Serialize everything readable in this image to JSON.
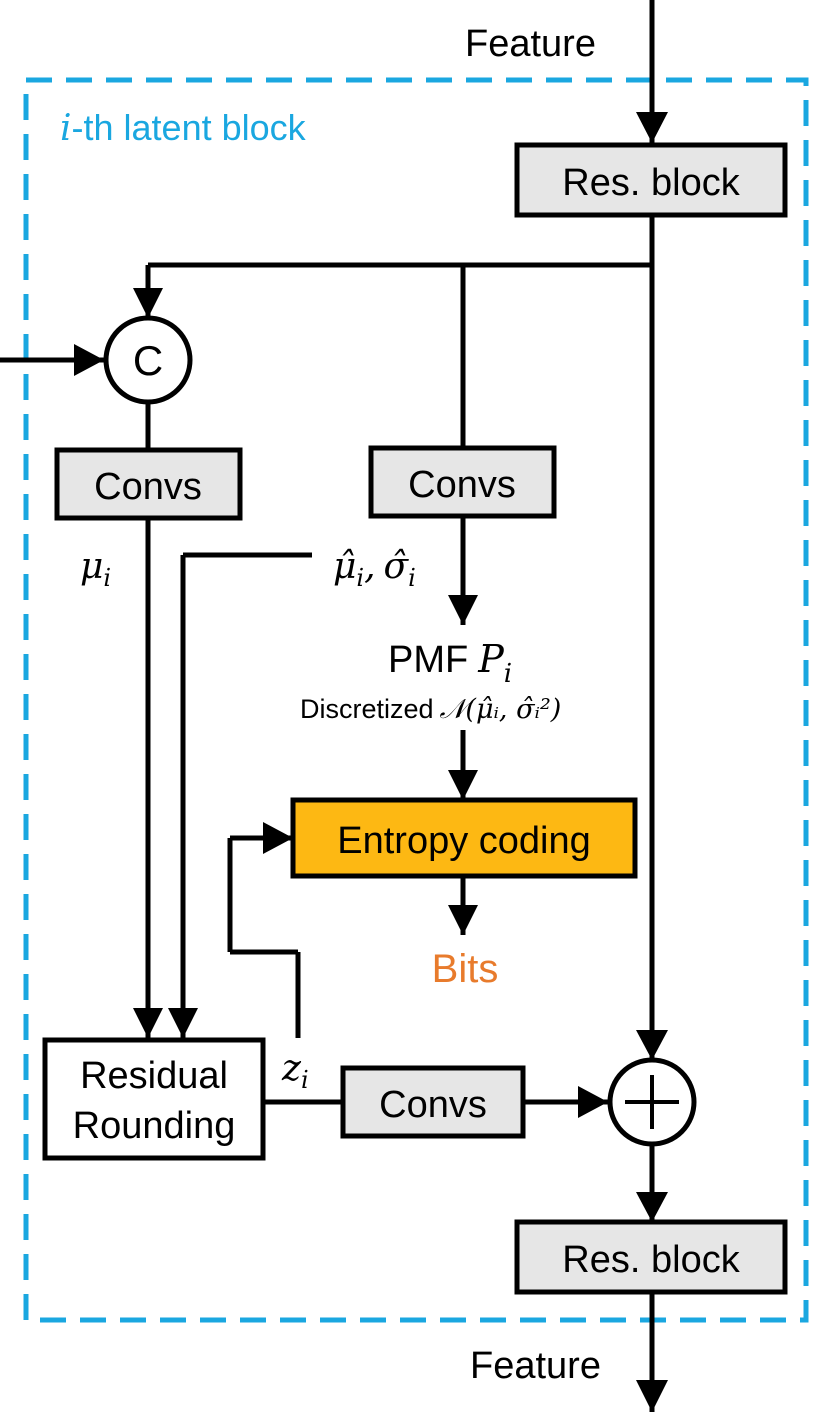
{
  "frame": {
    "label_var": "i",
    "label_text": "-th latent block",
    "color": "#1aa7e0"
  },
  "labels": {
    "feature_in": "Feature",
    "feature_out": "Feature",
    "res_block_top": "Res. block",
    "res_block_bottom": "Res. block",
    "concat": "C",
    "convs_left": "Convs",
    "convs_mid": "Convs",
    "convs_bottom": "Convs",
    "mu_i": "μ",
    "mu_i_sub": "i",
    "muhat_sigmahat": "μ̂",
    "muhat_sub": "i",
    "sigmahat": "σ̂",
    "sigmahat_sub": "i",
    "comma": ",",
    "pmf_text": "PMF",
    "pmf_var": "P",
    "pmf_sub": "i",
    "discretized_text": "Discretized",
    "discretized_math": "𝒩(μ̂ᵢ, σ̂ᵢ²)",
    "entropy_coding": "Entropy coding",
    "bits": "Bits",
    "residual_line1": "Residual",
    "residual_line2": "Rounding",
    "z_var": "z",
    "z_sub": "i",
    "add": "+"
  },
  "colors": {
    "box_fill": "#e6e6e6",
    "entropy_fill": "#fdb813",
    "bits_text": "#e87b2c",
    "stroke": "#000000"
  }
}
